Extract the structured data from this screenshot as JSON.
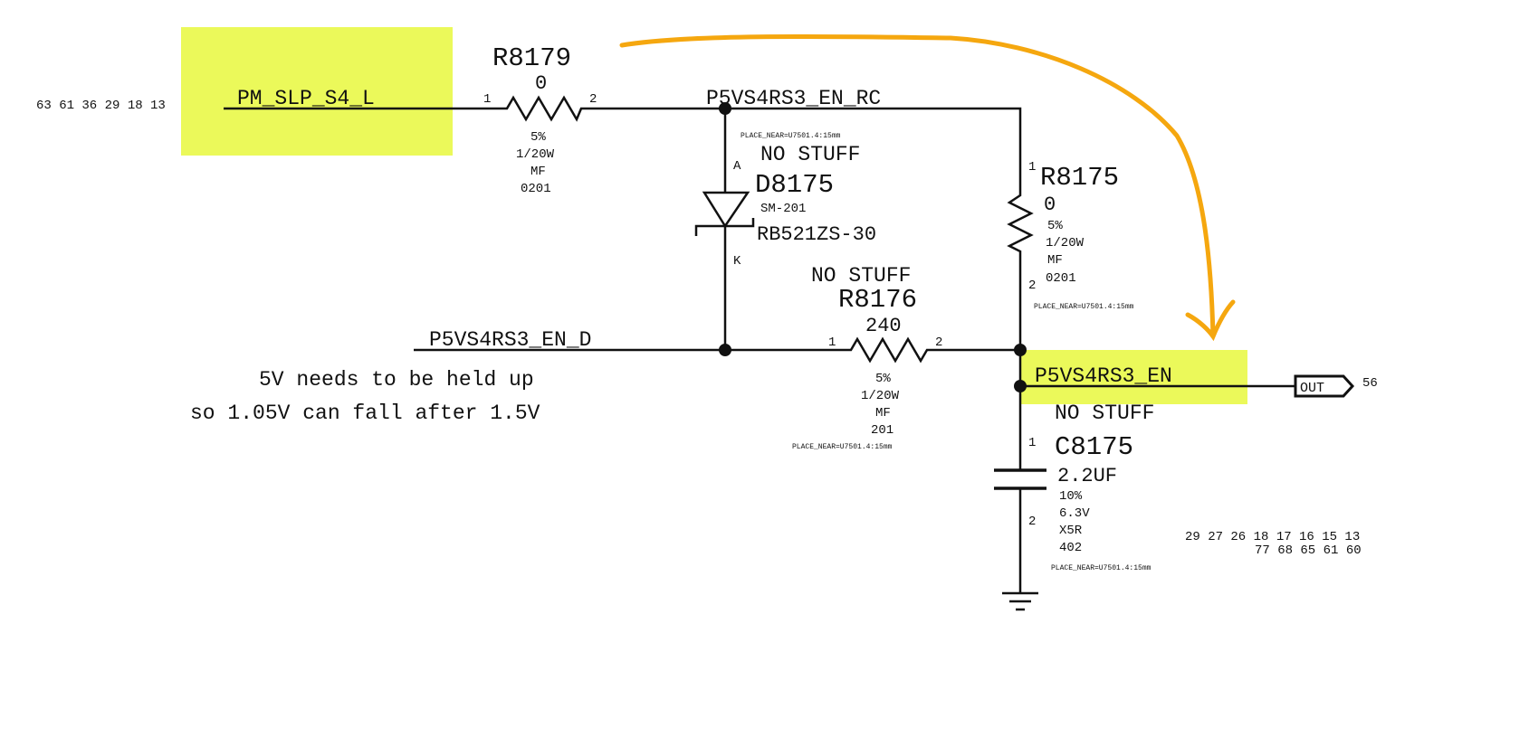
{
  "colors": {
    "highlight": "#ebf95a",
    "annotation_arrow": "#f5a70f",
    "wire": "#111111"
  },
  "nets": {
    "pm_slp": "PM_SLP_S4_L",
    "pm_slp_refs": "63 61 36 29 18 13",
    "en_rc": "P5VS4RS3_EN_RC",
    "en_d": "P5VS4RS3_EN_D",
    "en": "P5VS4RS3_EN",
    "out_tag": "OUT",
    "out_ref": "56",
    "en_refs_row1": "29 27 26 18 17 16 15 13",
    "en_refs_row2": "77 68 65 61 60"
  },
  "r8179": {
    "ref": "R8179",
    "value": "0",
    "pin1": "1",
    "pin2": "2",
    "tol": "5%",
    "power": "1/20W",
    "type": "MF",
    "pkg": "0201"
  },
  "d8175": {
    "nostuff": "NO STUFF",
    "ref": "D8175",
    "pkg": "SM-201",
    "part": "RB521ZS-30",
    "pinA": "A",
    "pinK": "K",
    "place": "PLACE_NEAR=U7501.4:15mm"
  },
  "r8175": {
    "ref": "R8175",
    "value": "0",
    "pin1": "1",
    "pin2": "2",
    "tol": "5%",
    "power": "1/20W",
    "type": "MF",
    "pkg": "0201",
    "place": "PLACE_NEAR=U7501.4:15mm"
  },
  "r8176": {
    "nostuff": "NO STUFF",
    "ref": "R8176",
    "value": "240",
    "pin1": "1",
    "pin2": "2",
    "tol": "5%",
    "power": "1/20W",
    "type": "MF",
    "pkg": "201",
    "place": "PLACE_NEAR=U7501.4:15mm"
  },
  "c8175": {
    "nostuff": "NO STUFF",
    "ref": "C8175",
    "value": "2.2UF",
    "pin1": "1",
    "pin2": "2",
    "tol": "10%",
    "voltage": "6.3V",
    "dielectric": "X5R",
    "pkg": "402",
    "place": "PLACE_NEAR=U7501.4:15mm"
  },
  "note": {
    "line1": "5V needs to be held up",
    "line2": "so 1.05V can fall after 1.5V"
  }
}
